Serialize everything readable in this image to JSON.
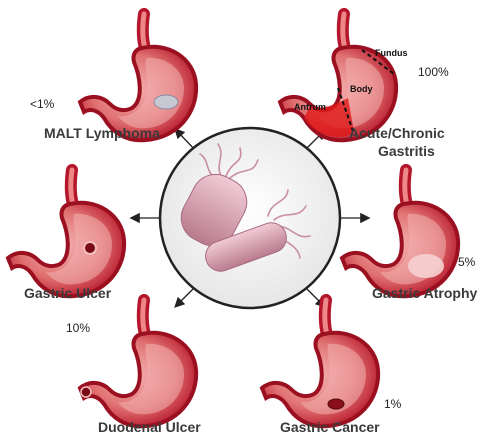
{
  "center": {
    "icon": "h-pylori-bacteria-icon"
  },
  "outcomes": {
    "malt": {
      "label": "MALT Lymphoma",
      "percent": "<1%"
    },
    "gastritis": {
      "label_line1": "Acute/Chronic",
      "label_line2": "Gastritis",
      "percent": "100%",
      "regions": {
        "fundus": "Fundus",
        "body": "Body",
        "antrum": "Antrum"
      }
    },
    "ulcer": {
      "label": "Gastric Ulcer"
    },
    "atrophy": {
      "label": "Gastric Atrophy",
      "percent": "5%"
    },
    "duodenal": {
      "label": "Duodenal Ulcer",
      "percent": "10%"
    },
    "cancer": {
      "label": "Gastric Cancer",
      "percent": "1%"
    }
  },
  "colors": {
    "stomach_outer": "#c0202a",
    "stomach_inner": "#f0a0a0",
    "bacteria": "#d9a4b4",
    "arrow": "#222222"
  }
}
